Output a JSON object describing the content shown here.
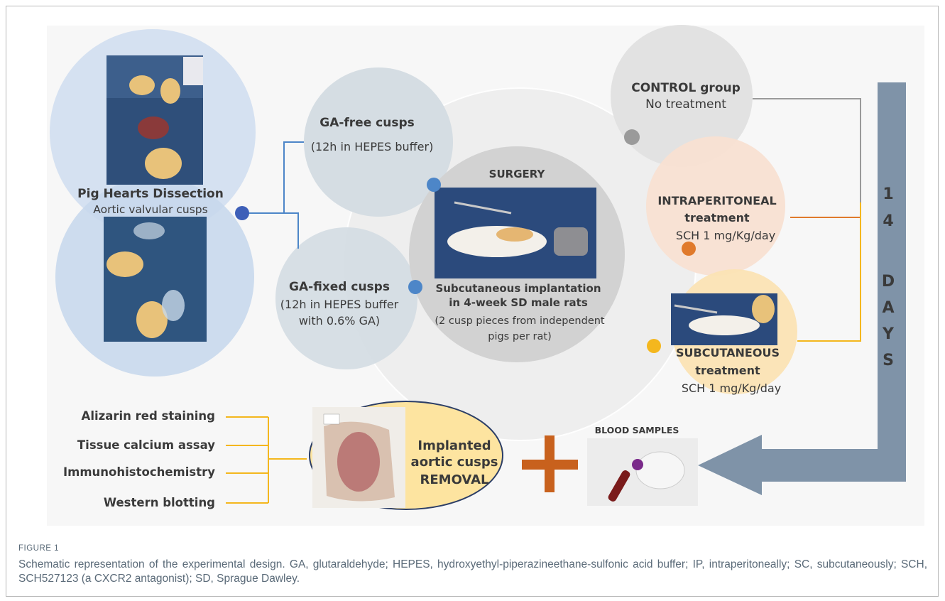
{
  "nodes": {
    "pig_hearts": {
      "title": "Pig Hearts Dissection",
      "subtitle": "Aortic valvular cusps"
    },
    "ga_free": {
      "title": "GA-free cusps",
      "line1": "(12h in HEPES buffer)"
    },
    "ga_fixed": {
      "title": "GA-fixed cusps",
      "line1": "(12h in HEPES buffer",
      "line2": "with 0.6% GA)"
    },
    "surgery": {
      "title": "SURGERY",
      "line1": "Subcutaneous implantation",
      "line2": "in 4-week SD male rats",
      "line3": "(2 cusp pieces from independent",
      "line4": "pigs per rat)"
    },
    "control": {
      "title": "CONTROL group",
      "subtitle": "No treatment"
    },
    "intraperitoneal": {
      "title1": "INTRAPERITONEAL",
      "title2": "treatment",
      "dose": "SCH 1 mg/Kg/day"
    },
    "subcutaneous": {
      "title1": "SUBCUTANEOUS",
      "title2": "treatment",
      "dose": "SCH 1 mg/Kg/day"
    },
    "days": [
      "1",
      "4",
      "D",
      "A",
      "Y",
      "S"
    ],
    "removal": {
      "line1": "Implanted",
      "line2": "aortic cusps",
      "line3": "REMOVAL"
    },
    "blood": {
      "label": "BLOOD SAMPLES"
    },
    "analyses": [
      "Alizarin red staining",
      "Tissue calcium assay",
      "Immunohistochemistry",
      "Western blotting"
    ]
  },
  "colors": {
    "blue": "#3e74c4",
    "orange": "#e07a2c",
    "yellow": "#f4b71e",
    "gray": "#9a9a9a",
    "arrow": "#7f93a8",
    "plus": "#c8611d"
  },
  "caption": {
    "label": "FIGURE 1",
    "text": "Schematic representation of the experimental design. GA, glutaraldehyde; HEPES, hydroxyethyl-piperazineethane-sulfonic acid buffer; IP, intraperitoneally; SC, subcutaneously; SCH, SCH527123 (a CXCR2 antagonist); SD, Sprague Dawley."
  }
}
